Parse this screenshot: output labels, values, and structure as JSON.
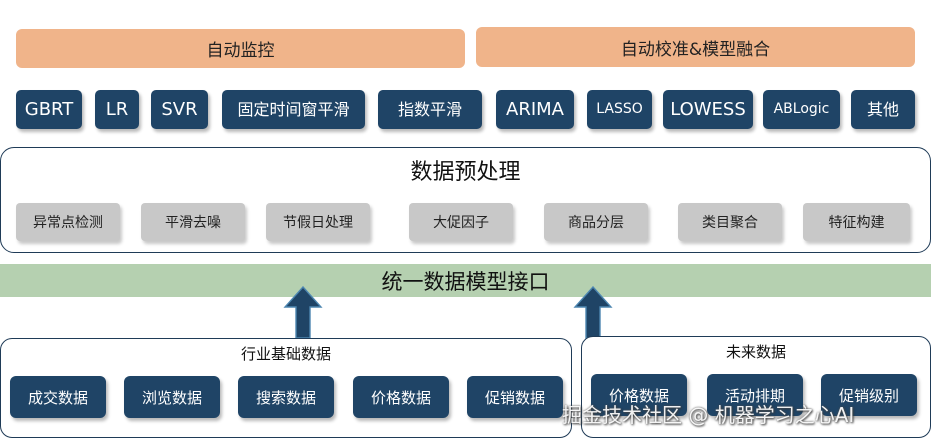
{
  "top": {
    "left_label": "自动监控",
    "right_label": "自动校准&模型融合"
  },
  "algorithms": [
    "GBRT",
    "LR",
    "SVR",
    "固定时间窗平滑",
    "指数平滑",
    "ARIMA",
    "LASSO",
    "LOWESS",
    "ABLogic",
    "其他"
  ],
  "preprocess": {
    "title": "数据预处理",
    "items": [
      "异常点检测",
      "平滑去噪",
      "节假日处理",
      "大促因子",
      "商品分层",
      "类目聚合",
      "特征构建"
    ]
  },
  "interface": {
    "label": "统一数据模型接口"
  },
  "industry": {
    "title": "行业基础数据",
    "items": [
      "成交数据",
      "浏览数据",
      "搜索数据",
      "价格数据",
      "促销数据"
    ]
  },
  "future": {
    "title": "未来数据",
    "items": [
      "价格数据",
      "活动排期",
      "促销级别"
    ]
  },
  "watermark": "掘金技术社区 @ 机器学习之心AI",
  "colors": {
    "orange": "#f0b48a",
    "navy": "#1f4466",
    "gray": "#c8c8c8",
    "green_bar": "#b5d0b0",
    "border": "#1f3b57"
  }
}
